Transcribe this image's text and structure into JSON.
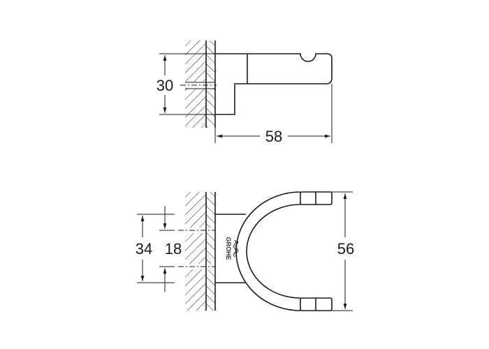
{
  "top_view": {
    "height_dim": "30",
    "depth_dim": "58"
  },
  "bottom_view": {
    "outer_dim": "34",
    "inner_dim": "18",
    "width_dim": "56",
    "logo_text": "GROHE"
  },
  "colors": {
    "line": "#1a1a1a",
    "background": "#ffffff"
  }
}
